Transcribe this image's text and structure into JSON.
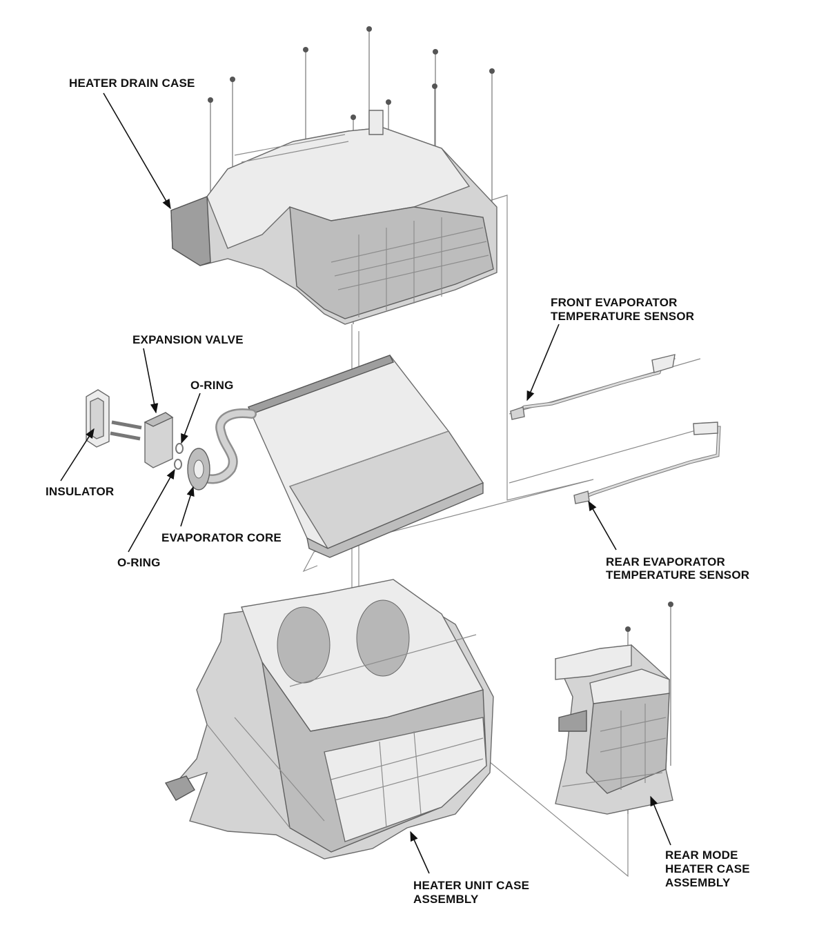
{
  "labels": {
    "heater_drain_case": "HEATER DRAIN CASE",
    "expansion_valve": "EXPANSION VALVE",
    "o_ring_upper": "O-RING",
    "insulator": "INSULATOR",
    "evaporator_core": "EVAPORATOR CORE",
    "o_ring_lower": "O-RING",
    "front_sensor_line1": "FRONT EVAPORATOR",
    "front_sensor_line2": "TEMPERATURE SENSOR",
    "rear_sensor_line1": "REAR EVAPORATOR",
    "rear_sensor_line2": "TEMPERATURE SENSOR",
    "heater_unit_line1": "HEATER UNIT CASE",
    "heater_unit_line2": "ASSEMBLY",
    "rear_mode_line1": "REAR MODE",
    "rear_mode_line2": "HEATER CASE",
    "rear_mode_line3": "ASSEMBLY"
  },
  "colors": {
    "part_light": "#ececec",
    "part_mid": "#d4d4d4",
    "part_dark": "#bdbdbd",
    "text": "#111111"
  }
}
